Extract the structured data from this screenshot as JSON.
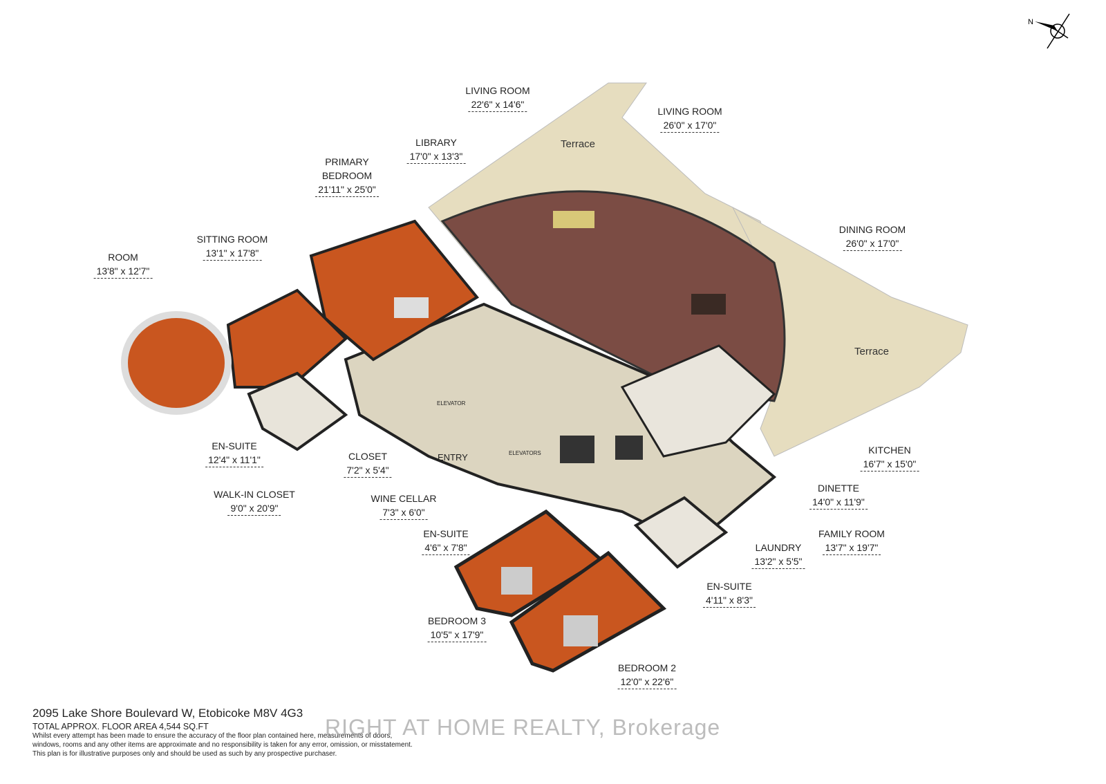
{
  "rooms": [
    {
      "name": "LIVING ROOM",
      "dim": "22'6\" x 14'6\""
    },
    {
      "name": "LIVING ROOM",
      "dim": "26'0\" x 17'0\""
    },
    {
      "name": "LIBRARY",
      "dim": "17'0\" x 13'3\""
    },
    {
      "name": "PRIMARY BEDROOM",
      "dim": "21'11\" x 25'0\""
    },
    {
      "name": "SITTING ROOM",
      "dim": "13'1\" x 17'8\""
    },
    {
      "name": "ROOM",
      "dim": "13'8\" x 12'7\""
    },
    {
      "name": "DINING ROOM",
      "dim": "26'0\" x 17'0\""
    },
    {
      "name": "EN-SUITE",
      "dim": "12'4\" x 11'1\""
    },
    {
      "name": "CLOSET",
      "dim": "7'2\" x 5'4\""
    },
    {
      "name": "WALK-IN CLOSET",
      "dim": "9'0\" x 20'9\""
    },
    {
      "name": "WINE CELLAR",
      "dim": "7'3\" x 6'0\""
    },
    {
      "name": "EN-SUITE",
      "dim": "4'6\" x 7'8\""
    },
    {
      "name": "KITCHEN",
      "dim": "16'7\" x 15'0\""
    },
    {
      "name": "DINETTE",
      "dim": "14'0\" x 11'9\""
    },
    {
      "name": "FAMILY ROOM",
      "dim": "13'7\" x 19'7\""
    },
    {
      "name": "LAUNDRY",
      "dim": "13'2\" x 5'5\""
    },
    {
      "name": "EN-SUITE",
      "dim": "4'11\" x 8'3\""
    },
    {
      "name": "BEDROOM 3",
      "dim": "10'5\" x 17'9\""
    },
    {
      "name": "BEDROOM 2",
      "dim": "12'0\" x 22'6\""
    }
  ],
  "terraces": [
    "Terrace",
    "Terrace"
  ],
  "inline_labels": {
    "elevator": "ELEVATOR",
    "elevators": "ELEVATORS",
    "entry": "ENTRY"
  },
  "compass": "N",
  "footer": {
    "address": "2095 Lake Shore Boulevard W, Etobicoke M8V 4G3",
    "area": "TOTAL APPROX. FLOOR AREA 4,544 SQ.FT",
    "disclaimer": [
      "Whilst every attempt has been made to ensure the accuracy of the floor plan contained here, measurements of doors,",
      "windows, rooms and any other items are approximate and no responsibility is taken for any error, omission, or misstatement.",
      "This plan is for illustrative purposes only and should be used as such by any prospective purchaser."
    ]
  },
  "watermark": "RIGHT AT HOME REALTY, Brokerage"
}
